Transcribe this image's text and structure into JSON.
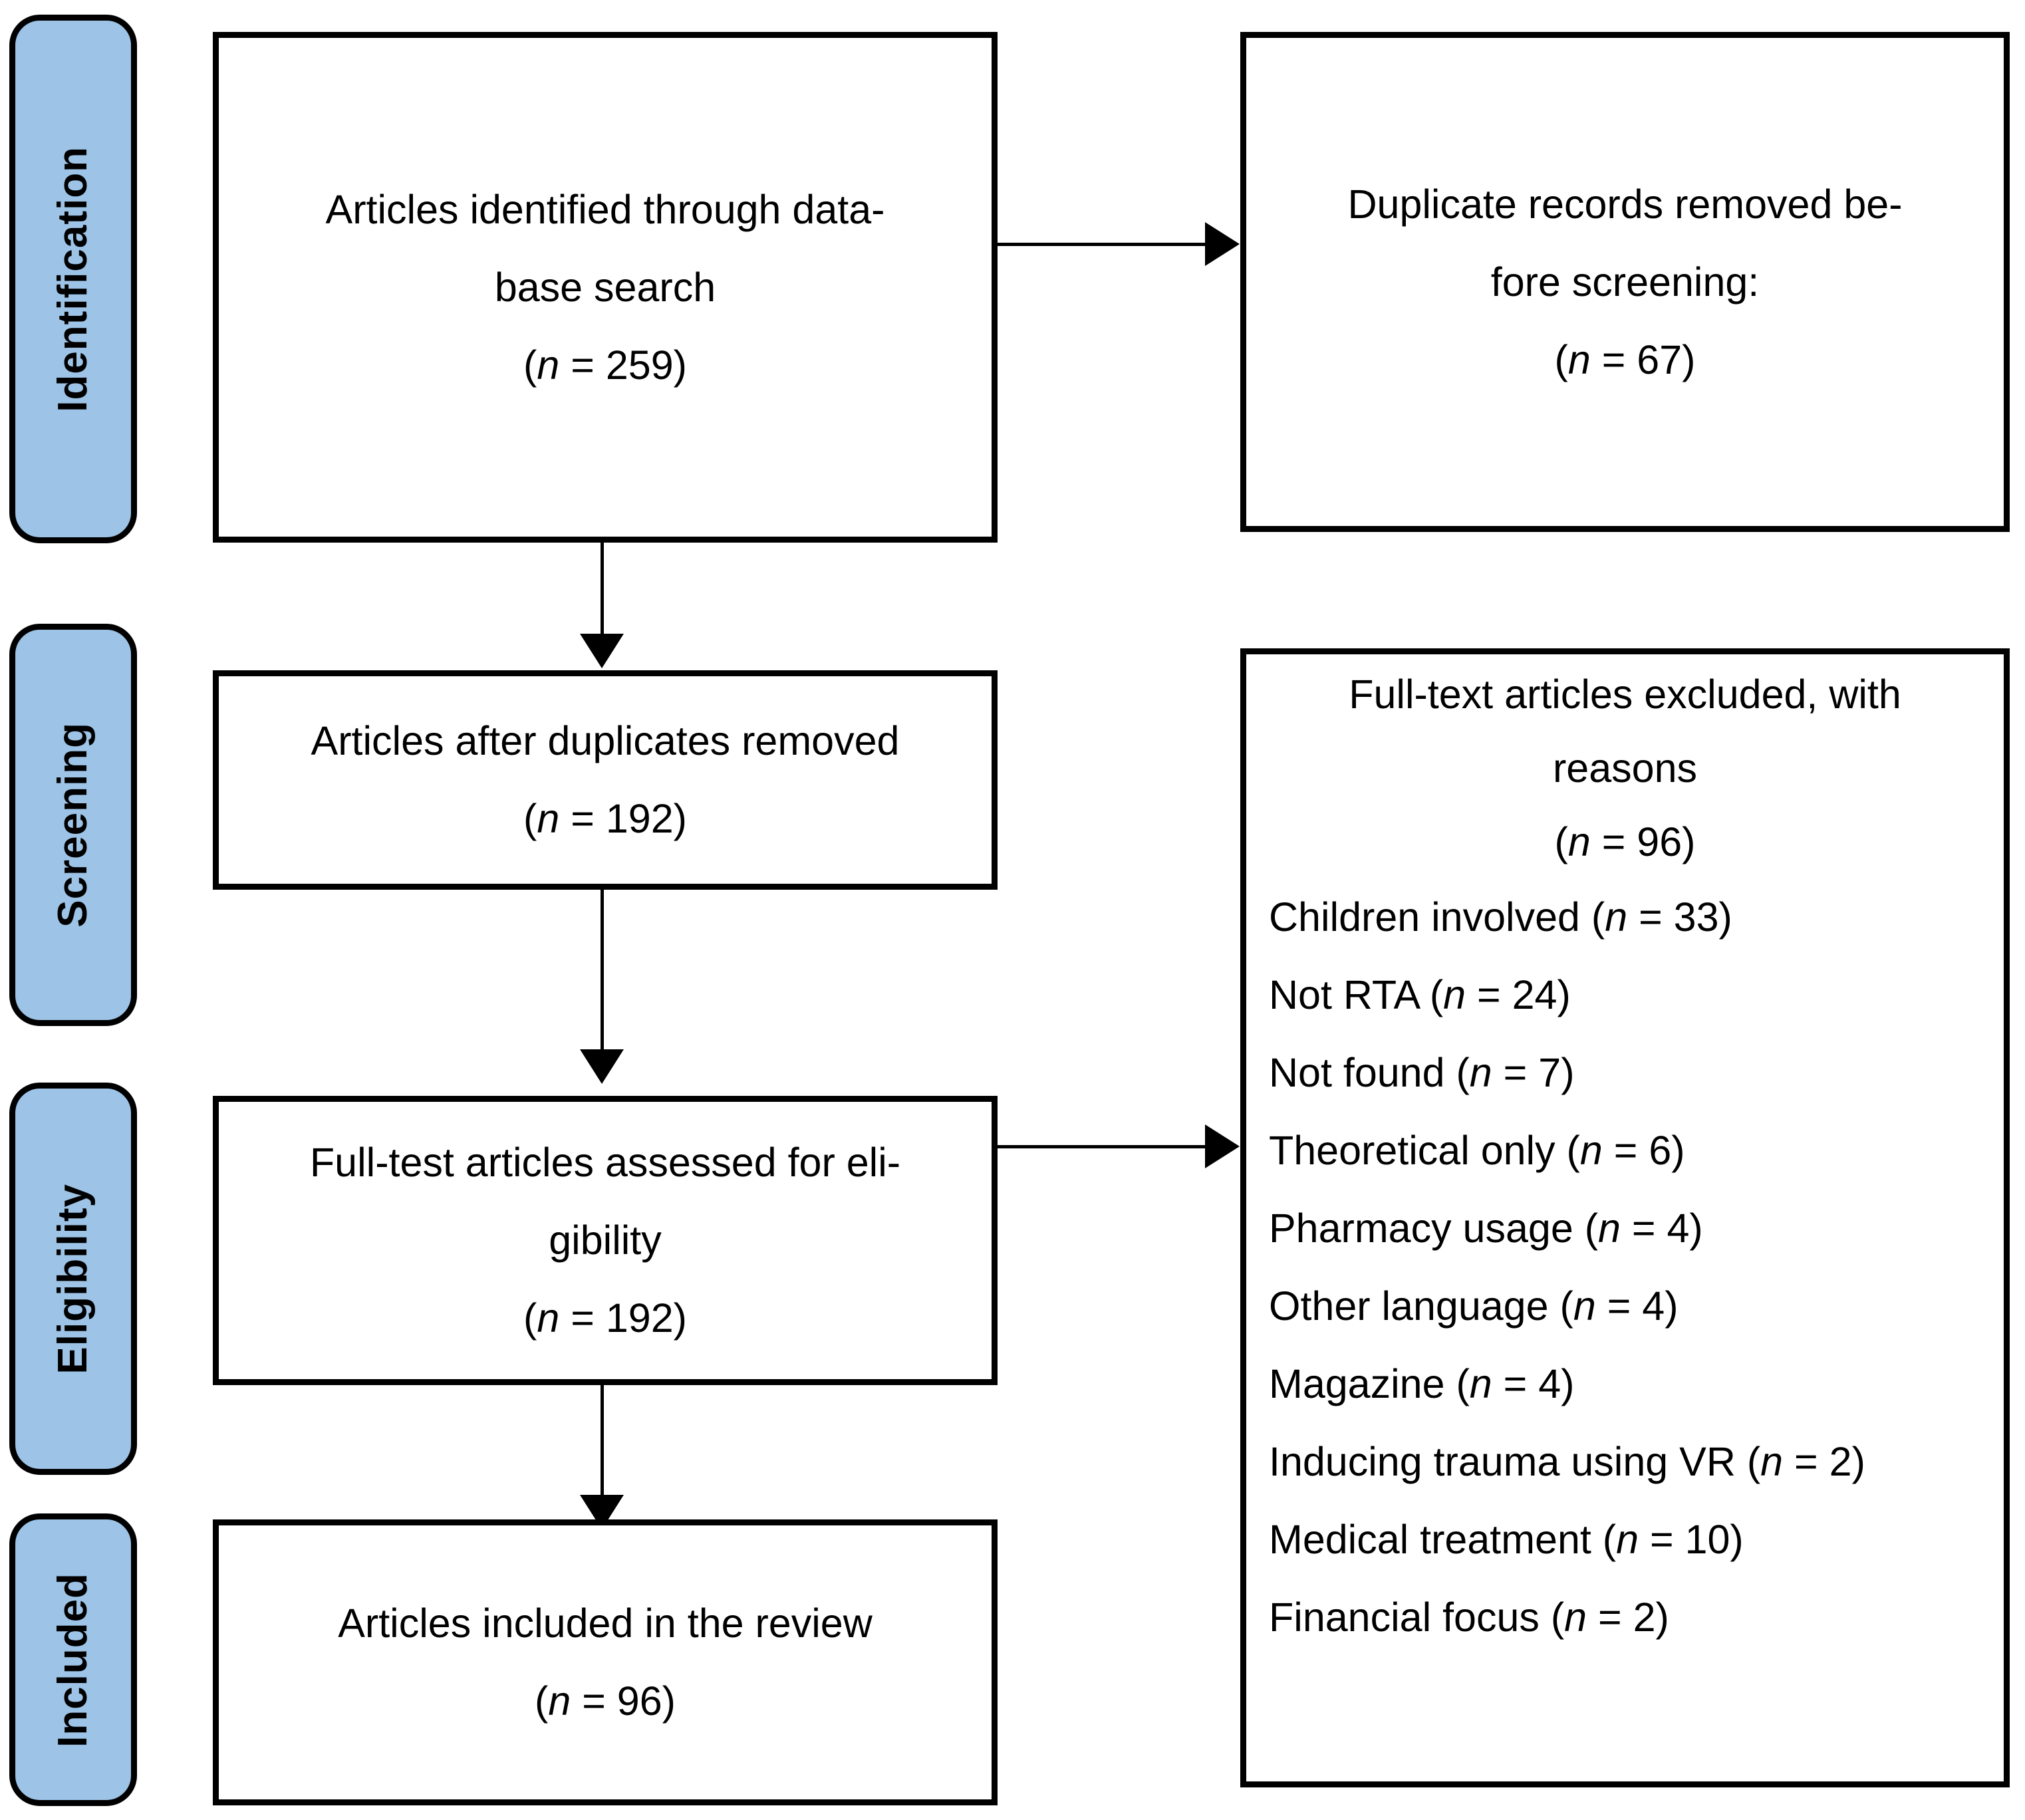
{
  "diagram": {
    "title": "PRISMA study selection flow diagram",
    "accent_color": "#9DC3E6",
    "line_color": "#000000",
    "background_color": "#FFFFFF"
  },
  "stages": [
    {
      "key": "identification",
      "label": "Identification"
    },
    {
      "key": "screening",
      "label": "Screening"
    },
    {
      "key": "eligibility",
      "label": "Eligibility"
    },
    {
      "key": "included",
      "label": "Included"
    }
  ],
  "boxes": {
    "identified": {
      "line1": "Articles identified through data-",
      "line2": "base search",
      "count_prefix": "(",
      "count_n": "n",
      "count_eq": " = ",
      "count_value": "259",
      "count_suffix": ")"
    },
    "duplicates_removed": {
      "line1": "Duplicate records removed be-",
      "line2": "fore screening:",
      "count_n": "n",
      "count_value": "67"
    },
    "after_duplicates": {
      "line1": "Articles after duplicates removed",
      "count_n": "n",
      "count_value": "192"
    },
    "assessed": {
      "line1": "Full-test articles assessed for eli-",
      "line2": "gibility",
      "count_n": "n",
      "count_value": "192"
    },
    "included": {
      "line1": "Articles included in the review",
      "count_n": "n",
      "count_value": "96"
    },
    "excluded": {
      "head1": "Full-text articles excluded, with",
      "head2": "reasons",
      "count_n": "n",
      "count_value": "96",
      "reasons": [
        {
          "label": "Children involved",
          "n": "33"
        },
        {
          "label": "Not RTA",
          "n": "24"
        },
        {
          "label": "Not found",
          "n": "7"
        },
        {
          "label": "Theoretical only",
          "n": "6"
        },
        {
          "label": "Pharmacy usage",
          "n": "4"
        },
        {
          "label": "Other language",
          "n": "4"
        },
        {
          "label": "Magazine",
          "n": "4"
        },
        {
          "label": "Inducing trauma using VR",
          "n": "2"
        },
        {
          "label": "Medical treatment",
          "n": "10"
        },
        {
          "label": "Financial focus",
          "n": "2"
        }
      ]
    }
  },
  "flow_data": {
    "type": "flowchart",
    "records_identified": 259,
    "duplicates_removed_before_screening": 67,
    "records_after_duplicates": 192,
    "full_text_assessed": 192,
    "full_text_excluded": 96,
    "studies_included": 96
  }
}
